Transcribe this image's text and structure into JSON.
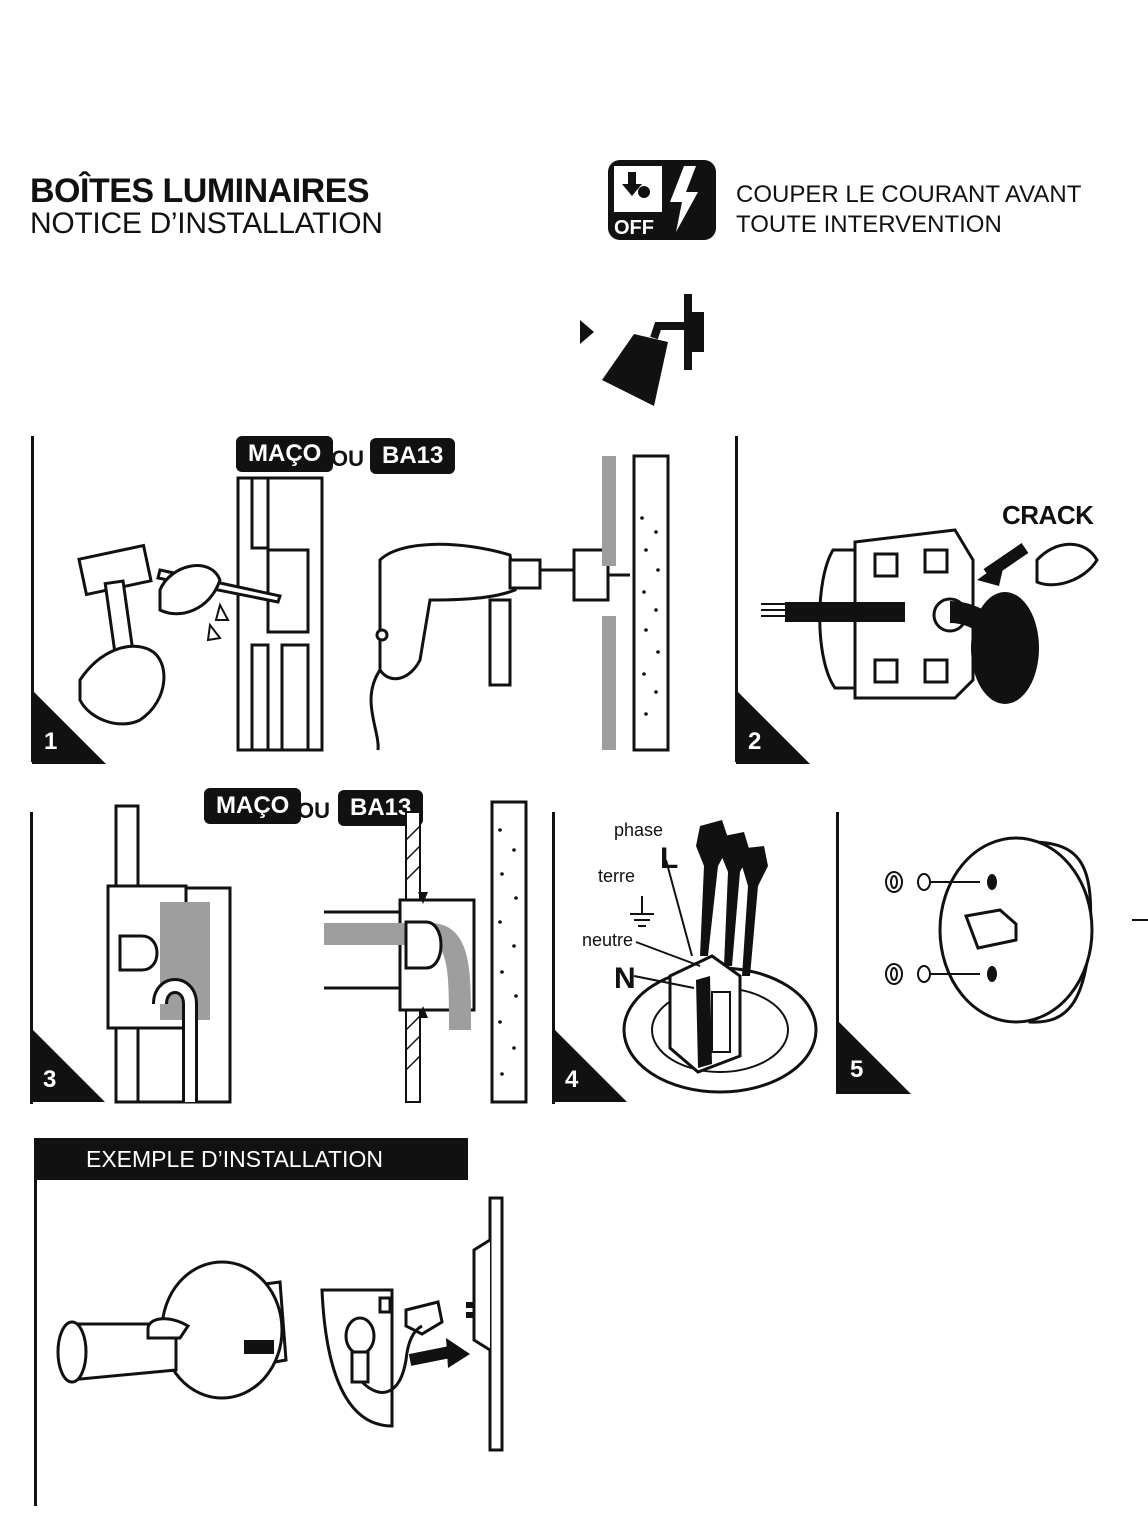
{
  "header": {
    "title": "BOÎTES LUMINAIRES",
    "subtitle": "NOTICE D’INSTALLATION"
  },
  "warning": {
    "icon": "power-off-icon",
    "icon_label": "OFF",
    "line1": "COUPER LE COURANT AVANT",
    "line2": "TOUTE INTERVENTION"
  },
  "steps": [
    {
      "number": "1",
      "tag_left": "MAÇO",
      "or": "OU",
      "tag_right": "BA13"
    },
    {
      "number": "2",
      "callout": "CRACK"
    },
    {
      "number": "3",
      "tag_left": "MAÇO",
      "or": "OU",
      "tag_right": "BA13"
    },
    {
      "number": "4",
      "labels": {
        "phase": "phase",
        "L": "L",
        "terre": "terre",
        "neutre": "neutre",
        "N": "N"
      }
    },
    {
      "number": "5"
    }
  ],
  "example": {
    "title": "EXEMPLE D’INSTALLATION"
  },
  "colors": {
    "ink": "#111111",
    "gray": "#9e9e9e",
    "paper": "#ffffff"
  }
}
